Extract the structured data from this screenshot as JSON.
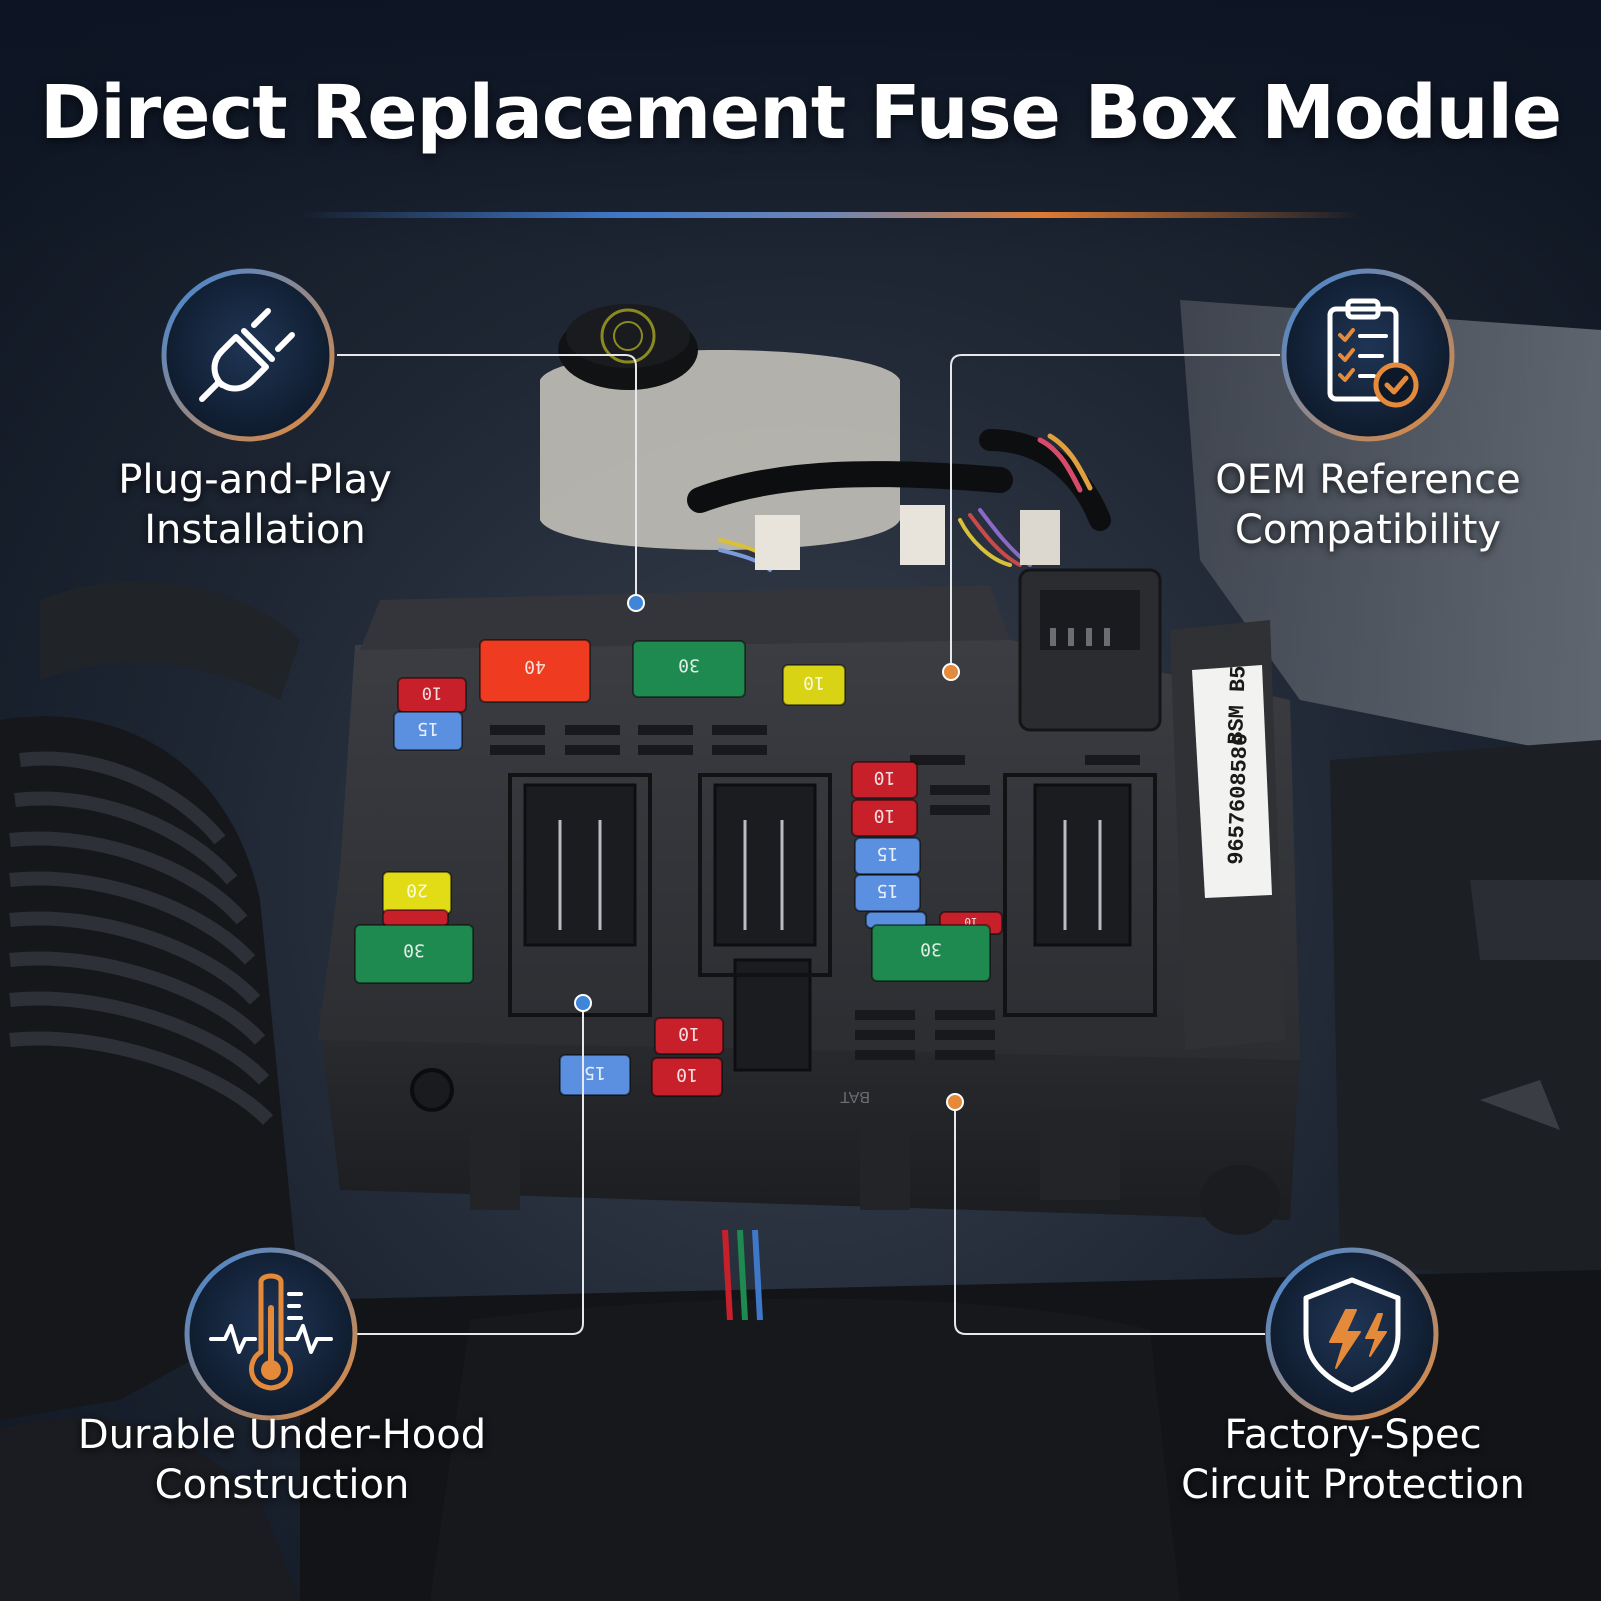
{
  "page": {
    "title": "Direct Replacement Fuse Box Module"
  },
  "module": {
    "part_number": "9657608580",
    "model": "BSM B5",
    "terminal_mark": "BAT",
    "fuses": [
      {
        "rating": "40",
        "color": "#ef3b1f"
      },
      {
        "rating": "30",
        "color": "#1f8a4f"
      },
      {
        "rating": "10",
        "color": "#d9d316"
      },
      {
        "rating": "10",
        "color": "#c8202a"
      },
      {
        "rating": "15",
        "color": "#5b8fe0"
      },
      {
        "rating": "20",
        "color": "#e2dc16"
      },
      {
        "rating": "10",
        "color": "#c8202a"
      },
      {
        "rating": "30",
        "color": "#1f8a4f"
      },
      {
        "rating": "10",
        "color": "#c8202a"
      },
      {
        "rating": "10",
        "color": "#c8202a"
      },
      {
        "rating": "15",
        "color": "#5b8fe0"
      },
      {
        "rating": "15",
        "color": "#5b8fe0"
      },
      {
        "rating": "15",
        "color": "#5b8fe0"
      },
      {
        "rating": "10",
        "color": "#c8202a"
      },
      {
        "rating": "30",
        "color": "#1f8a4f"
      },
      {
        "rating": "10",
        "color": "#c8202a"
      },
      {
        "rating": "10",
        "color": "#c8202a"
      },
      {
        "rating": "15",
        "color": "#5b8fe0"
      }
    ]
  },
  "features": [
    {
      "line1": "Plug-and-Play",
      "line2": "Installation",
      "icon": "plug-icon"
    },
    {
      "line1": "OEM Reference",
      "line2": "Compatibility",
      "icon": "clipboard-check-icon"
    },
    {
      "line1": "Durable Under-Hood",
      "line2": "Construction",
      "icon": "thermometer-icon"
    },
    {
      "line1": "Factory-Spec",
      "line2": "Circuit Protection",
      "icon": "shield-bolt-icon"
    }
  ],
  "colors": {
    "accent_blue": "#3f78c8",
    "accent_orange": "#e58a3a",
    "background": "#141d2b"
  }
}
